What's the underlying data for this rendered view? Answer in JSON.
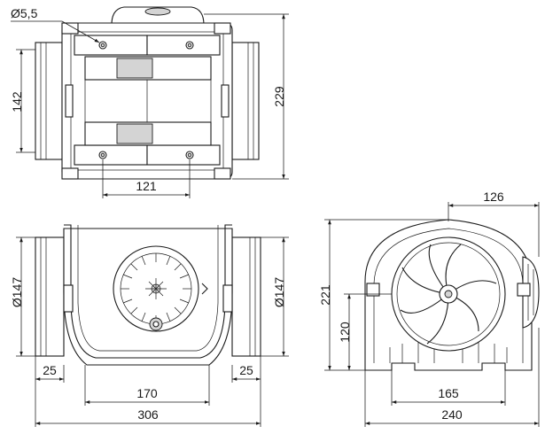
{
  "dimensions": {
    "bolt_hole": "Ø5,5",
    "top_height_inner": "142",
    "top_height_total": "229",
    "top_mount_width": "121",
    "front_diameter_left": "Ø147",
    "front_diameter_right": "Ø147",
    "spigot_left": "25",
    "spigot_right": "25",
    "front_base_width": "170",
    "front_total_width": "306",
    "side_depth": "126",
    "side_height": "221",
    "side_axis_height": "120",
    "side_base_width": "165",
    "side_total_width": "240"
  }
}
